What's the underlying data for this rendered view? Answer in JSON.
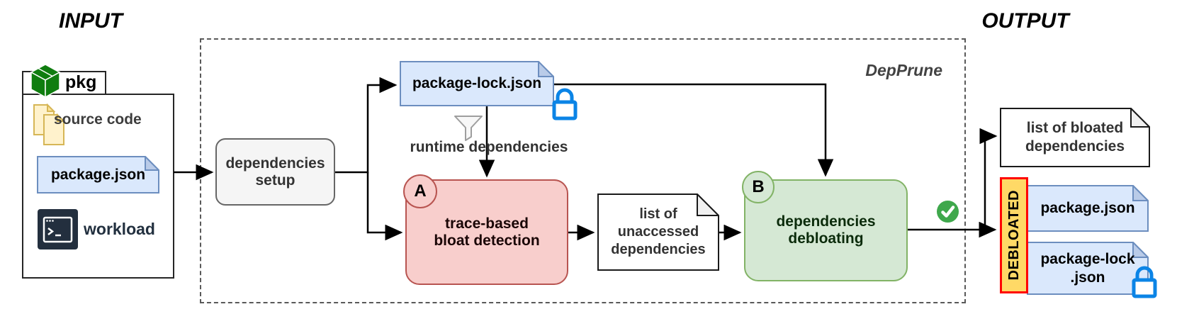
{
  "titles": {
    "input": "INPUT",
    "output": "OUTPUT",
    "pipeline": "DepPrune"
  },
  "input": {
    "tab_label": "pkg",
    "items": [
      {
        "label": "source code",
        "icon": "stacked-documents-icon"
      },
      {
        "label": "package.json",
        "icon": "blue-file-icon"
      },
      {
        "label": "workload",
        "icon": "terminal-icon"
      }
    ]
  },
  "pipeline": {
    "setup": {
      "label": "dependencies\nsetup"
    },
    "package_lock": {
      "label": "package-lock.json",
      "icon": "lock-icon"
    },
    "runtime_label": "runtime dependencies",
    "funnel": "filter-funnel-icon",
    "step_a": {
      "badge": "A",
      "label": "trace-based\nbloat detection"
    },
    "unaccessed_doc": {
      "label": "list of\nunaccessed\ndependencies"
    },
    "step_b": {
      "badge": "B",
      "label": "dependencies\ndebloating"
    },
    "success": "checkmark-icon"
  },
  "output": {
    "bloated_doc": {
      "label": "list of bloated\ndependencies"
    },
    "banner": "DEBLOATED",
    "files": [
      {
        "label": "package.json"
      },
      {
        "label": "package-lock\n.json",
        "icon": "lock-icon"
      }
    ]
  },
  "colors": {
    "blue_file_fill": "#dae8fc",
    "blue_file_stroke": "#6c8ebf",
    "yellow_file_fill": "#fff2cc",
    "yellow_file_stroke": "#d6b656",
    "red_node_fill": "#f8cecc",
    "red_node_stroke": "#b85450",
    "green_node_fill": "#d5e8d4",
    "green_node_stroke": "#82b366",
    "gray_node_fill": "#f5f5f5",
    "gray_node_stroke": "#666666",
    "banner_fill": "#ffd966",
    "banner_stroke": "#ff0000",
    "lock_blue": "#0b84e6",
    "check_green": "#3fa84c",
    "pkg_green": "#0f7d0f",
    "terminal_navy": "#232f3e"
  }
}
